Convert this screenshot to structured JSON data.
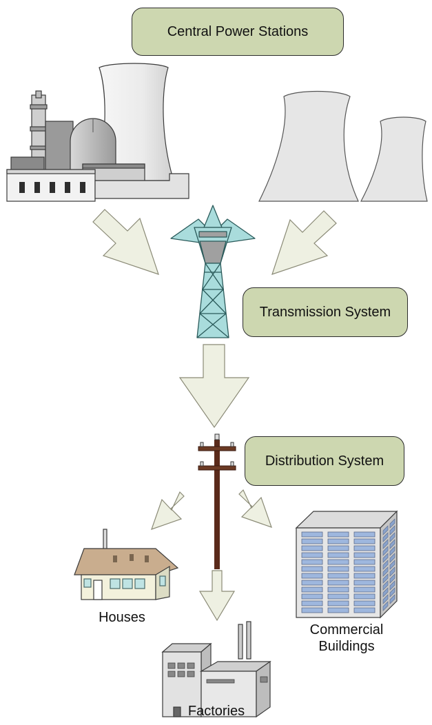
{
  "labels": {
    "central_power_stations": "Central Power Stations",
    "transmission_system": "Transmission System",
    "distribution_system": "Distribution System"
  },
  "captions": {
    "houses": "Houses",
    "commercial_buildings_line1": "Commercial",
    "commercial_buildings_line2": "Buildings",
    "factories": "Factories"
  },
  "icons": {
    "nuclear_plant": "nuclear-plant-icon",
    "cooling_tower": "cooling-tower-icon",
    "transmission_tower": "transmission-tower-icon",
    "utility_pole": "utility-pole-icon",
    "house": "house-icon",
    "office_building": "office-building-icon",
    "factory": "factory-icon",
    "arrow": "flow-arrow-icon"
  },
  "colors": {
    "label_fill": "#cdd7b0",
    "arrow_fill": "#eef0e2",
    "tower_fill": "#a9dcdc",
    "pole_color": "#5a2a1a",
    "building_window": "#9eb7de",
    "roof": "#c9ad8e"
  }
}
